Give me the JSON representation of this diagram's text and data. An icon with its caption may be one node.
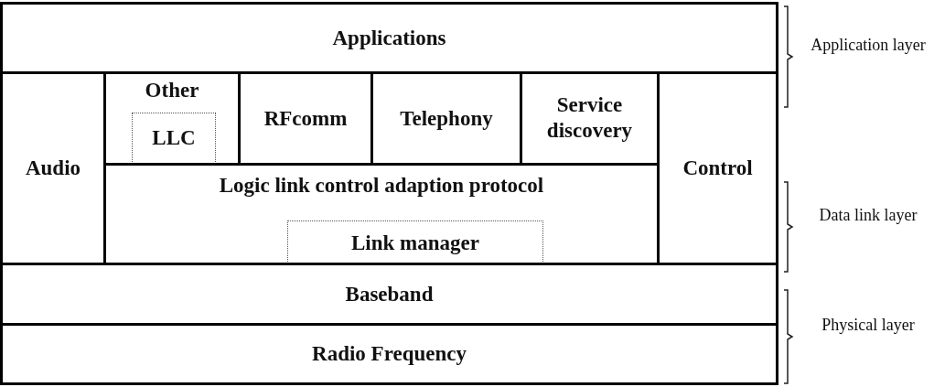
{
  "diagram": {
    "nodes": [
      {
        "text": [
          "Applications"
        ]
      },
      {
        "text": [
          "Other"
        ]
      },
      {
        "text": [
          "LLC"
        ],
        "in": 1
      },
      {
        "text": [
          "RFcomm"
        ]
      },
      {
        "text": [
          "Telephony"
        ]
      },
      {
        "text": [
          "Service discovery"
        ]
      },
      {
        "text": [
          "Audio"
        ]
      },
      {
        "text": [
          "Control"
        ]
      },
      {
        "text": [
          "Logic link control adaption protocol"
        ]
      },
      {
        "text": [
          "Link manager"
        ],
        "in": 8
      },
      {
        "text": [
          "Baseband"
        ]
      },
      {
        "text": [
          "Radio Frequency"
        ]
      }
    ],
    "edges": [],
    "labels": [
      "Application layer",
      "Data link layer",
      "Physical layer"
    ]
  }
}
